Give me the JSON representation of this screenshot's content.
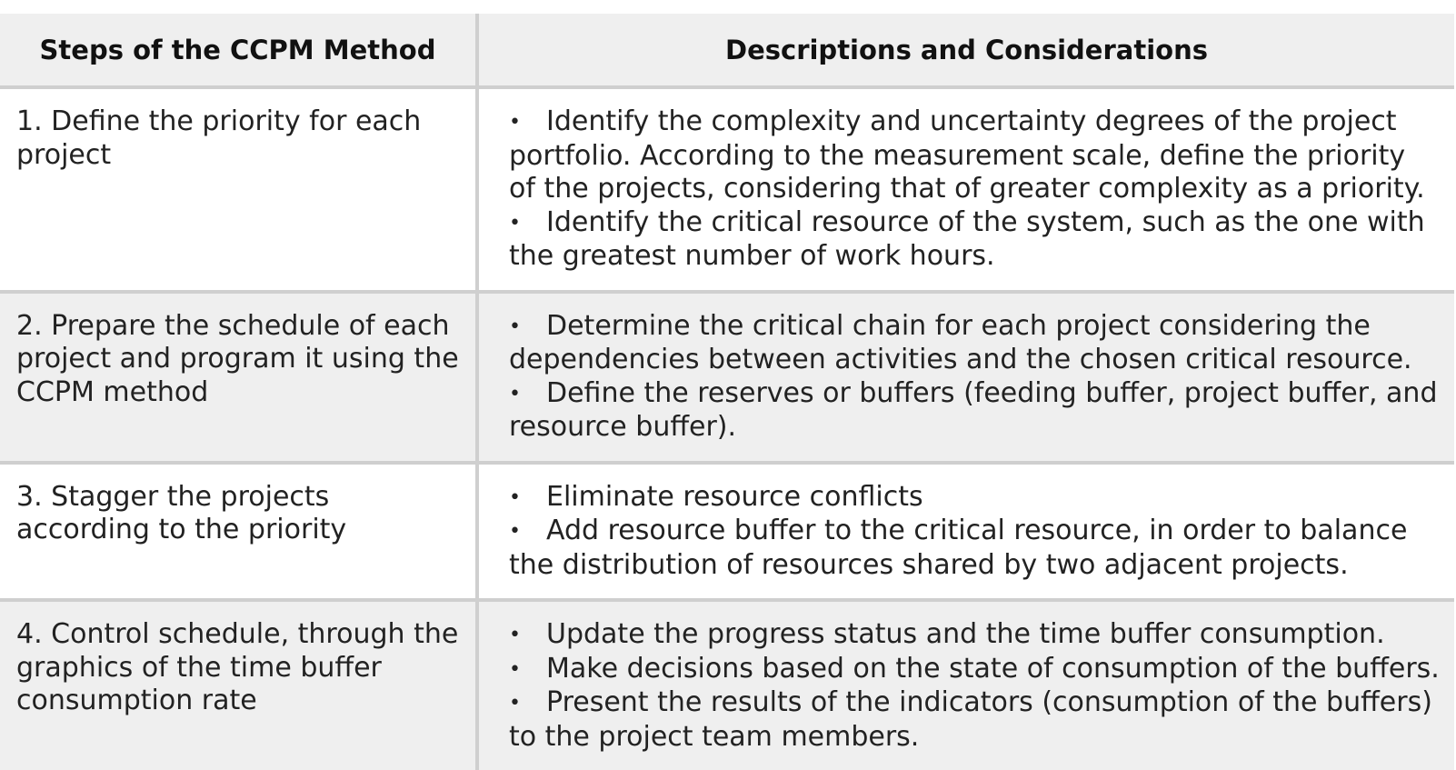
{
  "table": {
    "headers": [
      "Steps of the CCPM Method",
      "Descriptions and Considerations"
    ],
    "bullet_glyph": "•",
    "rows": [
      {
        "step": "1. Define the priority for each project",
        "bullets": [
          "Identify the complexity and uncertainty degrees of the project portfolio. According to the measurement scale, define the priority of the projects, considering that of greater complexity as a priority.",
          "Identify the critical resource of the system, such as the one with the greatest number of work hours."
        ]
      },
      {
        "step": "2.  Prepare the schedule of each project and program it using the CCPM method",
        "bullets": [
          "Determine the critical chain for each project considering the dependencies between activities and the chosen critical resource.",
          "Define the reserves or buffers (feeding buffer, project buffer, and resource buffer)."
        ]
      },
      {
        "step": "3.  Stagger the projects according to the priority",
        "bullets": [
          "Eliminate resource conflicts",
          "Add resource buffer to the critical resource, in order to balance the distribution of resources shared by two adjacent projects."
        ]
      },
      {
        "step": "4.  Control schedule, through the graphics of the time buffer consumption rate",
        "bullets": [
          "Update the progress status and the time buffer consumption.",
          "Make decisions based on the state of consumption of the buffers.",
          "Present the results of the indicators (consumption of the buffers) to the project team members."
        ]
      }
    ]
  }
}
